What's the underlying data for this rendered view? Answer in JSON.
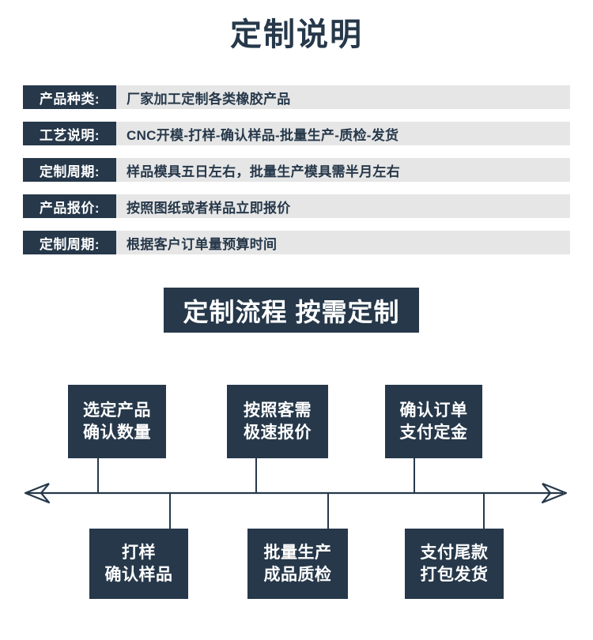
{
  "page": {
    "title": "定制说明"
  },
  "theme": {
    "navy": "#26384a",
    "row_gray": "#e6e6e6",
    "white": "#ffffff"
  },
  "spec_table": {
    "rows": [
      {
        "label": "产品种类:",
        "value": "厂家加工定制各类橡胶产品"
      },
      {
        "label": "工艺说明:",
        "value": "CNC开模-打样-确认样品-批量生产-质检-发货"
      },
      {
        "label": "定制周期:",
        "value": "样品模具五日左右，批量生产模具需半月左右"
      },
      {
        "label": "产品报价:",
        "value": "按照图纸或者样品立即报价"
      },
      {
        "label": "定制周期:",
        "value": "根据客户订单量预算时间"
      }
    ]
  },
  "flow": {
    "banner": "定制流程  按需定制",
    "steps_top": [
      {
        "line1": "选定产品",
        "line2": "确认数量"
      },
      {
        "line1": "按照客需",
        "line2": "极速报价"
      },
      {
        "line1": "确认订单",
        "line2": "支付定金"
      }
    ],
    "steps_bottom": [
      {
        "line1": "打样",
        "line2": "确认样品"
      },
      {
        "line1": "批量生产",
        "line2": "成品质检"
      },
      {
        "line1": "支付尾款",
        "line2": "打包发货"
      }
    ]
  }
}
